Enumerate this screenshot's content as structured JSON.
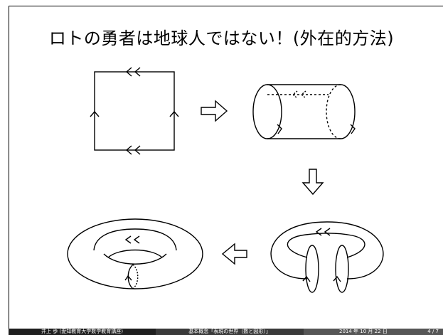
{
  "slide": {
    "title": "ロトの勇者は地球人ではない！(外在的方法)"
  },
  "footer": {
    "author": "井上 歩 (愛知教育大学数学教育講座)",
    "talk_title": "基本概念「表現の世界（数と図形）」",
    "date": "2014 年 10 月 22 日",
    "page": "4 / 7"
  },
  "colors": {
    "line": "#000000",
    "background": "#ffffff",
    "footer_dark": "#1f1f1f",
    "footer_mid": "#3a3a3a",
    "footer_light": "#565656"
  }
}
